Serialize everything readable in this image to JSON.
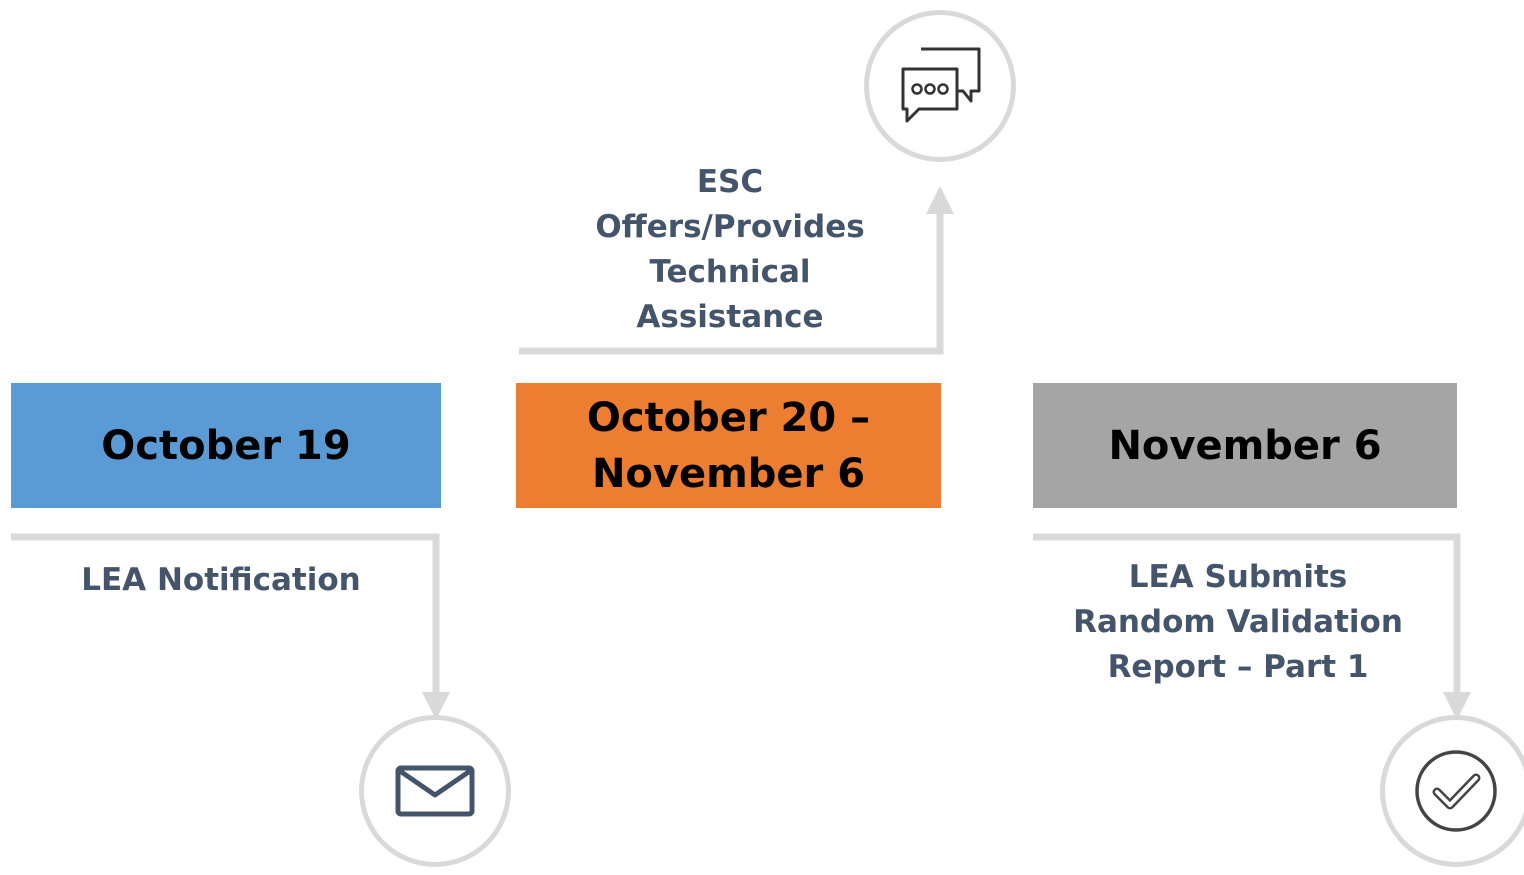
{
  "timeline": {
    "milestones": [
      {
        "date": "October 19",
        "color": "#5b9bd5",
        "icon": "envelope-icon",
        "label": "LEA Notification"
      },
      {
        "date_lines": [
          "October 20 –",
          "November 6"
        ],
        "color": "#ed7d31",
        "icon": "chat-bubbles-icon",
        "label_lines": [
          "ESC",
          "Offers/Provides",
          "Technical",
          "Assistance"
        ]
      },
      {
        "date": "November 6",
        "color": "#a5a5a5",
        "icon": "checkmark-circle-icon",
        "label_lines": [
          "LEA Submits",
          "Random Validation",
          "Report – Part 1"
        ]
      }
    ],
    "connector_color": "#d9d9d9",
    "label_color": "#44546a"
  }
}
